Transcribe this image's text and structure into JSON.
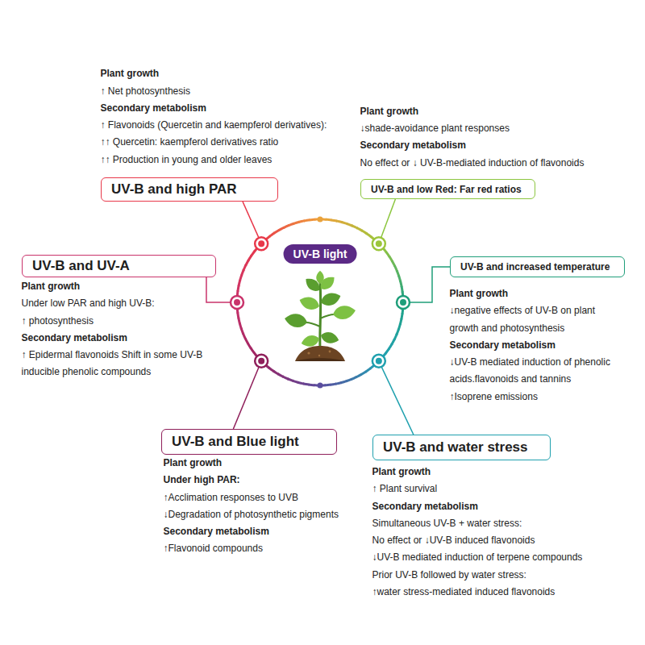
{
  "diagram": {
    "nodes": [
      {
        "text": [
          "UV-B light"
        ]
      },
      {
        "text": [
          "UV-B and high PAR",
          "Plant growth",
          "↑ Net photosynthesis",
          "Secondary metabolism",
          "↑ Flavonoids (Quercetin and kaempferol derivatives):",
          "↑↑ Quercetin: kaempferol derivatives ratio",
          "↑↑ Production in young and older leaves"
        ]
      },
      {
        "text": [
          "UV-B and low Red: Far red ratios",
          "Plant growth",
          "↓shade-avoidance plant responses",
          "Secondary metabolism",
          "No effect or ↓ UV-B-mediated induction of flavonoids"
        ]
      },
      {
        "text": [
          "UV-B and increased temperature",
          "Plant growth",
          "↓negative effects of UV-B on plant growth and photosynthesis",
          "Secondary metabolism",
          "↓UV-B mediated induction of phenolic acids.flavonoids and tannins",
          "↑Isoprene emissions"
        ]
      },
      {
        "text": [
          "UV-B and water stress",
          "Plant growth",
          "↑ Plant survival",
          "Secondary metabolism",
          "Simultaneous UV-B + water stress:",
          "No effect or ↓UV-B induced flavonoids",
          "↓UV-B mediated induction of terpene compounds",
          "Prior UV-B followed by water stress:",
          "↑water stress-mediated induced flavonoids"
        ]
      },
      {
        "text": [
          "UV-B and Blue light",
          "Plant growth",
          "Under high PAR:",
          "↑Acclimation responses to UVB",
          "↓Degradation of photosynthetic pigments",
          "Secondary metabolism",
          "↑Flavonoid compounds"
        ]
      },
      {
        "text": [
          "UV-B and UV-A",
          "Plant growth",
          "Under low PAR and high UV-B:",
          "↑ photosynthesis",
          "Secondary metabolism",
          "↑ Epidermal flavonoids Shift in some UV-B inducible phenolic compounds"
        ]
      }
    ],
    "edges": [
      {
        "from": 0,
        "to": 1,
        "arrow": "none"
      },
      {
        "from": 0,
        "to": 2,
        "arrow": "none"
      },
      {
        "from": 0,
        "to": 3,
        "arrow": "none"
      },
      {
        "from": 0,
        "to": 4,
        "arrow": "none"
      },
      {
        "from": 0,
        "to": 5,
        "arrow": "none"
      },
      {
        "from": 0,
        "to": 6,
        "arrow": "none"
      }
    ]
  }
}
